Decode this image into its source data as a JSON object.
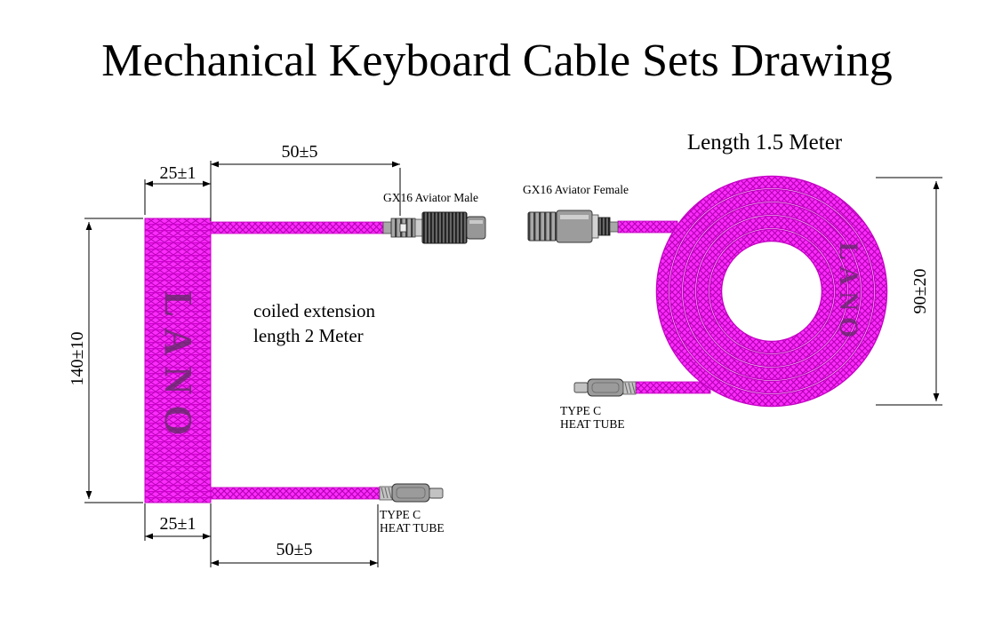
{
  "title": "Mechanical Keyboard Cable Sets Drawing",
  "brand": "LANO",
  "colors": {
    "cable": "#fb2cfb",
    "cable_dark": "#b300b3",
    "brand_text": "#612d66",
    "line": "#000000"
  },
  "left": {
    "dim_top_coil": "25±1",
    "dim_top_width": "50±5",
    "dim_height": "140±10",
    "dim_bottom_coil": "25±1",
    "dim_bottom_width": "50±5",
    "connector_label": "GX16 Aviator Male",
    "note_line1": "coiled extension",
    "note_line2": "length 2 Meter",
    "typec_line1": "TYPE C",
    "typec_line2": "HEAT TUBE"
  },
  "right": {
    "title": "Length 1.5 Meter",
    "connector_label": "GX16 Aviator Female",
    "dim_height": "90±20",
    "typec_line1": "TYPE C",
    "typec_line2": "HEAT TUBE"
  }
}
